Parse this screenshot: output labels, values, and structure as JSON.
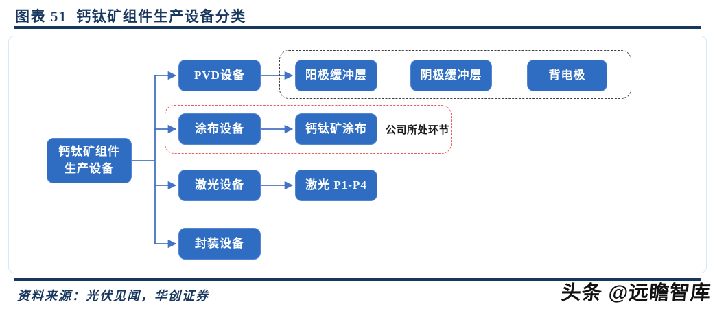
{
  "header": {
    "title": "图表 51  钙钛矿组件生产设备分类"
  },
  "nodes": {
    "root_line1": "钙钛矿组件",
    "root_line2": "生产设备",
    "pvd": "PVD设备",
    "anode_buffer": "阳极缓冲层",
    "cathode_buffer": "阴极缓冲层",
    "back_electrode": "背电极",
    "coating": "涂布设备",
    "perovskite_coating": "钙钛矿涂布",
    "laser": "激光设备",
    "laser_p1_p4": "激光 P1-P4",
    "encapsulation": "封装设备"
  },
  "annotations": {
    "company_segment_note": "公司所处环节"
  },
  "footer": {
    "source": "资料来源：光伏见闻，华创证券",
    "watermark": "头条 @远瞻智库"
  },
  "colors": {
    "node_fill": "#2E6DC2",
    "node_text": "#FFFFFF",
    "line": "#4472C4",
    "title": "#17375E",
    "rule": "#17375E",
    "gray_dash": "#3F3F3F",
    "red_dash": "#E95B5B",
    "note_text": "#1A1A1A",
    "frame": "#D5E8F7",
    "watermark_text": "#111111"
  }
}
